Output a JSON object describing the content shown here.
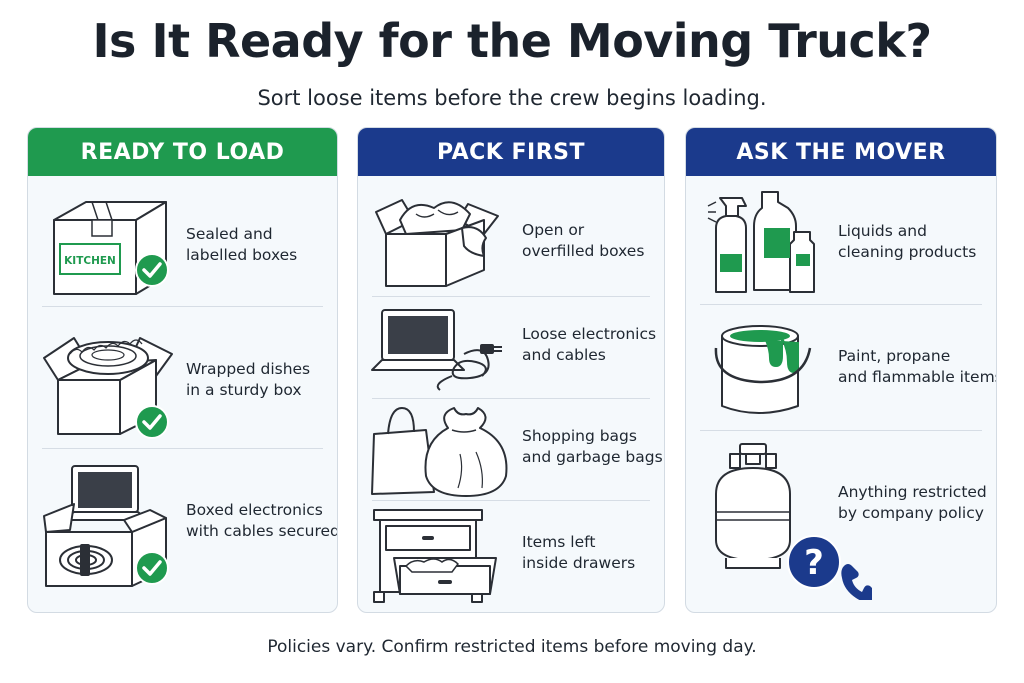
{
  "title": "Is It Ready for the Moving Truck?",
  "subtitle": "Sort loose items before the crew begins loading.",
  "footnote": "Policies vary. Confirm restricted items before moving day.",
  "colors": {
    "ready": "#1f9a4f",
    "pack": "#1b3a8c",
    "ask": "#1b3a8c",
    "card_bg": "#f5f9fc",
    "outline": "#2b2f36"
  },
  "columns": [
    {
      "heading": "READY TO LOAD",
      "items": [
        {
          "icon": "sealed-box-icon",
          "box_label": "KITCHEN",
          "lines": [
            "Sealed and",
            "labelled boxes"
          ],
          "badge": "check-icon"
        },
        {
          "icon": "wrapped-dishes-box-icon",
          "lines": [
            "Wrapped dishes",
            "in a sturdy box"
          ],
          "badge": "check-icon"
        },
        {
          "icon": "boxed-electronics-icon",
          "lines": [
            "Boxed electronics",
            "with cables secured"
          ],
          "badge": "check-icon"
        }
      ]
    },
    {
      "heading": "PACK FIRST",
      "items": [
        {
          "icon": "open-box-icon",
          "lines": [
            "Open or",
            "overfilled boxes"
          ]
        },
        {
          "icon": "laptop-cables-icon",
          "lines": [
            "Loose electronics",
            "and cables"
          ]
        },
        {
          "icon": "bags-icon",
          "lines": [
            "Shopping bags",
            "and garbage bags"
          ]
        },
        {
          "icon": "drawer-icon",
          "lines": [
            "Items left",
            "inside drawers"
          ]
        }
      ]
    },
    {
      "heading": "ASK THE MOVER",
      "items": [
        {
          "icon": "cleaning-bottles-icon",
          "lines": [
            "Liquids and",
            "cleaning products"
          ]
        },
        {
          "icon": "paint-can-icon",
          "lines": [
            "Paint, propane",
            "and flammable items"
          ]
        },
        {
          "icon": "propane-tank-icon",
          "lines": [
            "Anything restricted",
            "by company policy"
          ],
          "badge": "question-phone-icon"
        }
      ]
    }
  ]
}
